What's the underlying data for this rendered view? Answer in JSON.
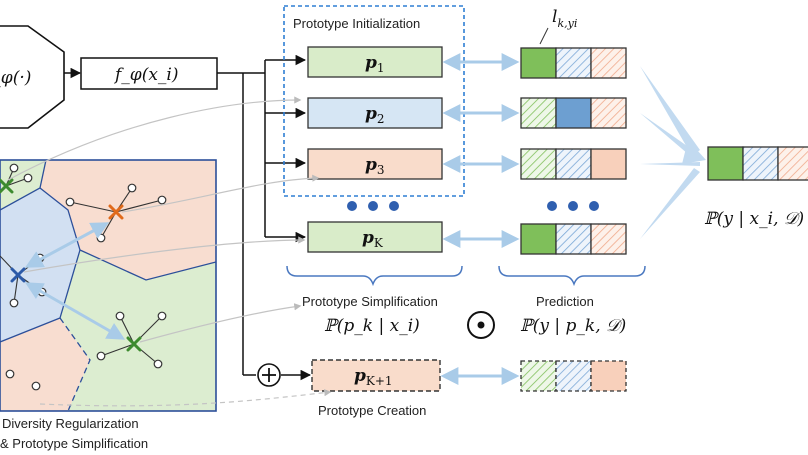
{
  "encoder": {
    "label": "f_φ(·)"
  },
  "feature": {
    "label": "f_φ(x_i)"
  },
  "init_title": "Prototype Initialization",
  "prototypes": [
    {
      "label": "p",
      "sub": "1",
      "color": "#d9ecc9"
    },
    {
      "label": "p",
      "sub": "2",
      "color": "#d6e6f4"
    },
    {
      "label": "p",
      "sub": "3",
      "color": "#f9dccb"
    },
    {
      "label": "p",
      "sub": "K",
      "color": "#d9ecc9"
    }
  ],
  "new_prototype": {
    "label": "p",
    "sub": "K+1",
    "color": "#f9dccb"
  },
  "label_vec_title": {
    "main": "l",
    "sub": "k,yi"
  },
  "colors": {
    "green": "#7fbf5a",
    "blue": "#6d9fd1",
    "orange": "#f0a98a",
    "region_green": "#dcedd0",
    "region_blue": "#d2e0f2",
    "region_orange": "#f8ddd0",
    "arrow": "#a9cbe8",
    "border": "#2c4f9a"
  },
  "simplification": {
    "title": "Prototype Simplification",
    "formula": "ℙ(p_k | x_i)"
  },
  "prediction": {
    "title": "Prediction",
    "formula": "ℙ(y | p_k, 𝒟)"
  },
  "creation_title": "Prototype Creation",
  "output_formula": "ℙ(y | x_i, 𝒟)",
  "left_caption": [
    "Diversity Regularization",
    "& Prototype Simplification"
  ],
  "odot_symbol": "⊙",
  "oplus_symbol": "⊕"
}
